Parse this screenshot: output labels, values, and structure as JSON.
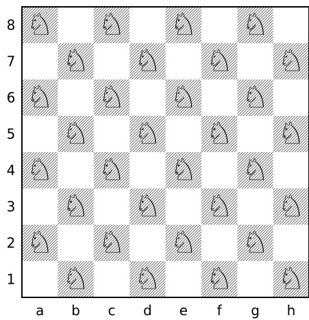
{
  "board": {
    "files": [
      "a",
      "b",
      "c",
      "d",
      "e",
      "f",
      "g",
      "h"
    ],
    "ranks": [
      "8",
      "7",
      "6",
      "5",
      "4",
      "3",
      "2",
      "1"
    ],
    "light_color": "#ffffff",
    "dark_pattern": "diagonal-hatch",
    "dark_hatch_color": "#555555",
    "piece_glyph": "♘",
    "piece_name": "white-knight-icon",
    "pieces": [
      {
        "square": "a8",
        "piece": "white-knight"
      },
      {
        "square": "c8",
        "piece": "white-knight"
      },
      {
        "square": "e8",
        "piece": "white-knight"
      },
      {
        "square": "g8",
        "piece": "white-knight"
      },
      {
        "square": "b7",
        "piece": "white-knight"
      },
      {
        "square": "d7",
        "piece": "white-knight"
      },
      {
        "square": "f7",
        "piece": "white-knight"
      },
      {
        "square": "h7",
        "piece": "white-knight"
      },
      {
        "square": "a6",
        "piece": "white-knight"
      },
      {
        "square": "c6",
        "piece": "white-knight"
      },
      {
        "square": "e6",
        "piece": "white-knight"
      },
      {
        "square": "g6",
        "piece": "white-knight"
      },
      {
        "square": "b5",
        "piece": "white-knight"
      },
      {
        "square": "d5",
        "piece": "white-knight"
      },
      {
        "square": "f5",
        "piece": "white-knight"
      },
      {
        "square": "h5",
        "piece": "white-knight"
      },
      {
        "square": "a4",
        "piece": "white-knight"
      },
      {
        "square": "c4",
        "piece": "white-knight"
      },
      {
        "square": "e4",
        "piece": "white-knight"
      },
      {
        "square": "g4",
        "piece": "white-knight"
      },
      {
        "square": "b3",
        "piece": "white-knight"
      },
      {
        "square": "d3",
        "piece": "white-knight"
      },
      {
        "square": "f3",
        "piece": "white-knight"
      },
      {
        "square": "h3",
        "piece": "white-knight"
      },
      {
        "square": "a2",
        "piece": "white-knight"
      },
      {
        "square": "c2",
        "piece": "white-knight"
      },
      {
        "square": "e2",
        "piece": "white-knight"
      },
      {
        "square": "g2",
        "piece": "white-knight"
      },
      {
        "square": "b1",
        "piece": "white-knight"
      },
      {
        "square": "d1",
        "piece": "white-knight"
      },
      {
        "square": "f1",
        "piece": "white-knight"
      },
      {
        "square": "h1",
        "piece": "white-knight"
      }
    ]
  }
}
